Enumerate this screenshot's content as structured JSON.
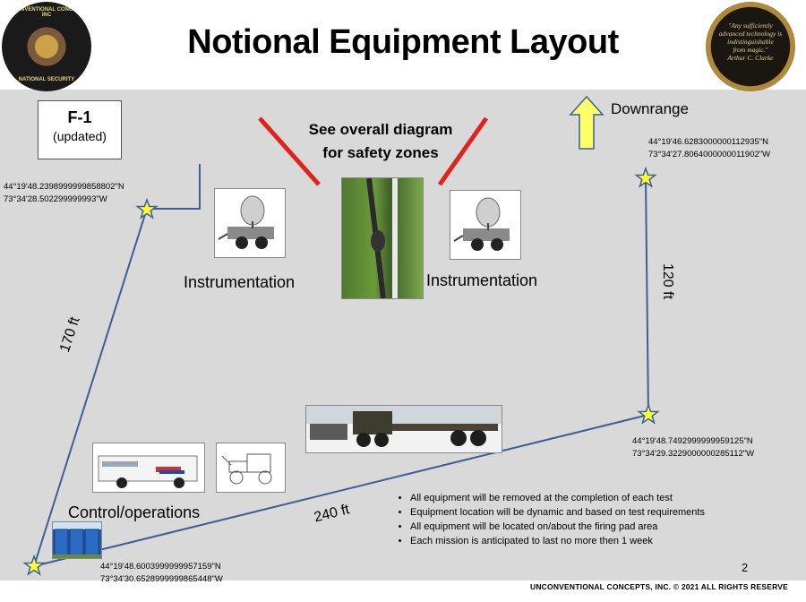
{
  "title": "Notional Equipment Layout",
  "seal_left": {
    "ring_top": "UNCONVENTIONAL CONCEPTS, INC",
    "ring_bottom": "NATIONAL SECURITY"
  },
  "seal_right": {
    "quote_lines": [
      "\"Any sufficiently",
      "advanced technology is",
      "indistinguishable",
      "from magic.\"",
      "Arthur C. Clarke"
    ]
  },
  "f1_box": {
    "title": "F-1",
    "subtitle": "(updated)"
  },
  "safety_note": {
    "line1": "See overall diagram",
    "line2": "for safety zones"
  },
  "downrange": {
    "label": "Downrange",
    "arrow_color": "#ffff66"
  },
  "coordinates": {
    "upper_left": {
      "lat": "44°19'48.2398999999858802\"N",
      "lon": "73°34'28.502299999993\"W"
    },
    "upper_right": {
      "lat": "44°19'46.6283000000112935\"N",
      "lon": "73°34'27.8064000000011902\"W"
    },
    "lower_right": {
      "lat": "44°19'48.7492999999959125\"N",
      "lon": "73°34'29.3229000000285112\"W"
    },
    "lower_left": {
      "lat": "44°19'48.6003999999957159\"N",
      "lon": "73°34'30.6528999999865448\"W"
    }
  },
  "distances": {
    "left_leg": "170 ft",
    "right_leg": "120 ft",
    "bottom_leg": "240 ft"
  },
  "labels": {
    "instrumentation_left": "Instrumentation",
    "instrumentation_right": "Instrumentation",
    "control": "Control/operations"
  },
  "bullets": [
    "All equipment will be removed at the completion of each test",
    "Equipment location will be dynamic and based on test requirements",
    "All equipment will be located on/about the firing pad area",
    "Each mission is anticipated to last no more then 1 week"
  ],
  "page_number": "2",
  "footer": "UNCONVENTIONAL CONCEPTS, INC. © 2021 ALL RIGHTS RESERVE",
  "colors": {
    "line": "#3b5f96",
    "star": "#ffff33",
    "star_stroke": "#3b5f96",
    "slash": "#e3201b",
    "background": "#d9d9d9"
  }
}
